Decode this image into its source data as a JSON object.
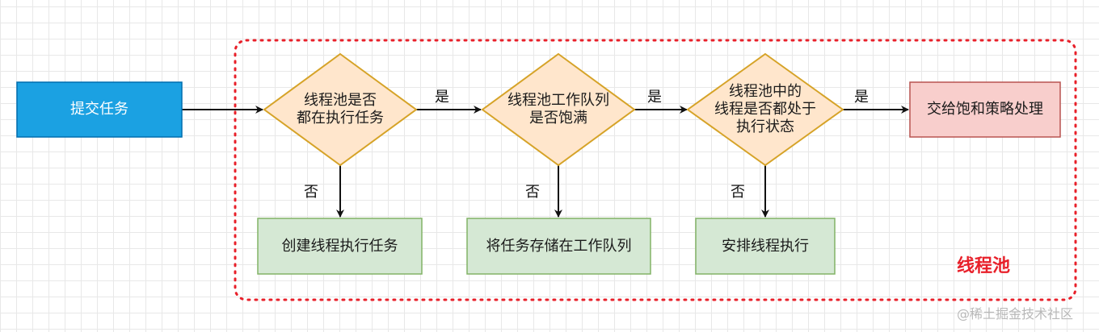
{
  "nodes": {
    "submit": "提交任务",
    "check_core": "线程池是否\n都在执行任务",
    "check_queue": "线程池工作队列\n是否饱满",
    "check_all": "线程池中的\n线程是否都处于\n执行状态",
    "reject": "交给饱和策略处理",
    "create_thread": "创建线程执行任务",
    "store_queue": "将任务存储在工作队列",
    "arrange": "安排线程执行"
  },
  "edges": {
    "yes_1": "是",
    "yes_2": "是",
    "yes_3": "是",
    "no_1": "否",
    "no_2": "否",
    "no_3": "否"
  },
  "container": {
    "title": "线程池"
  },
  "watermark": "@稀土掘金技术社区",
  "colors": {
    "submit_fill": "#1ba1e2",
    "decision_fill": "#ffe6cc",
    "decision_stroke": "#d6a328",
    "action_fill": "#d5e8d4",
    "action_stroke": "#82b366",
    "reject_fill": "#f8cecc",
    "reject_stroke": "#b85450",
    "container_border": "#e8202a",
    "container_title": "#e8202a"
  }
}
